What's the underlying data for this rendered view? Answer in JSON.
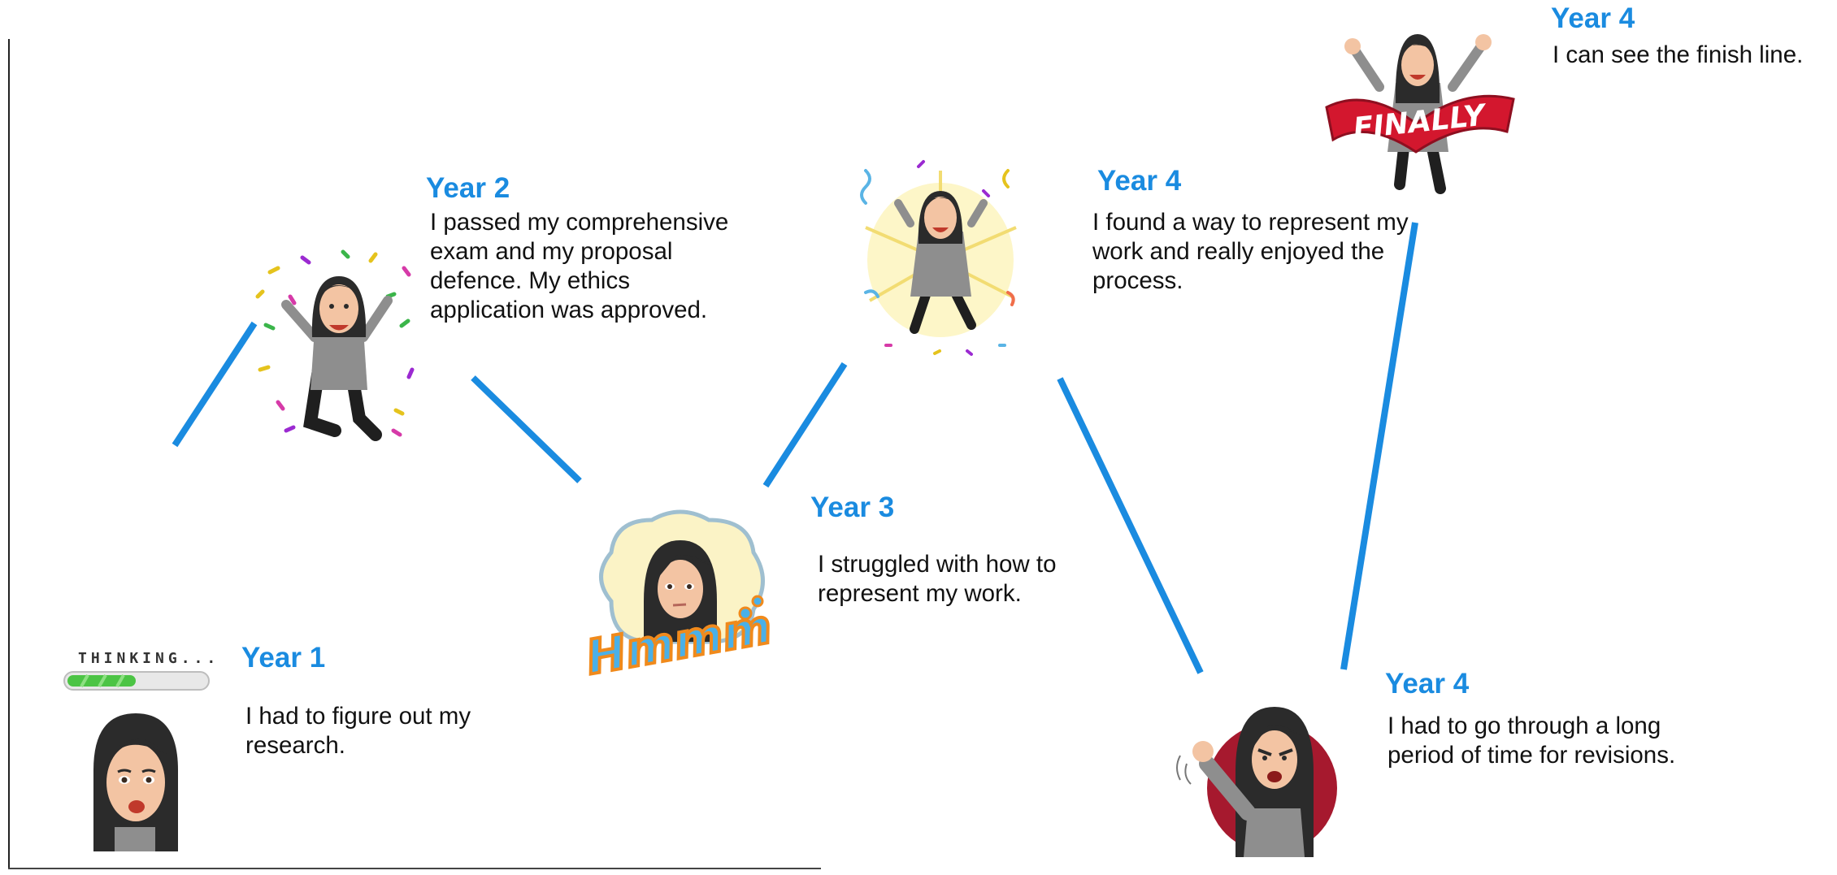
{
  "milestones": [
    {
      "year": "Year 1",
      "text": "I had to figure out my research.",
      "badge": "THINKING...",
      "icon": "thinking-avatar-icon"
    },
    {
      "year": "Year 2",
      "text": "I passed my comprehensive exam and my proposal defence. My ethics application was approved.",
      "icon": "confetti-jump-avatar-icon"
    },
    {
      "year": "Year 3",
      "text": "I struggled with how to represent my work.",
      "badge": "Hmmm",
      "icon": "hmmm-avatar-icon"
    },
    {
      "year": "Year 4",
      "text": "I found a way to represent my work and really enjoyed the process.",
      "icon": "celebrate-avatar-icon"
    },
    {
      "year": "Year 4",
      "text": "I had to go through a long period of time for revisions.",
      "icon": "angry-avatar-icon"
    },
    {
      "year": "Year 4",
      "text": "I can see the finish line.",
      "badge": "FINALLY",
      "icon": "finally-avatar-icon"
    }
  ],
  "colors": {
    "accent": "#1a8be0",
    "line": "#1a8be0",
    "hair": "#2b2b2b",
    "skin": "#f3c4a3",
    "shirt": "#8e8e8e"
  }
}
